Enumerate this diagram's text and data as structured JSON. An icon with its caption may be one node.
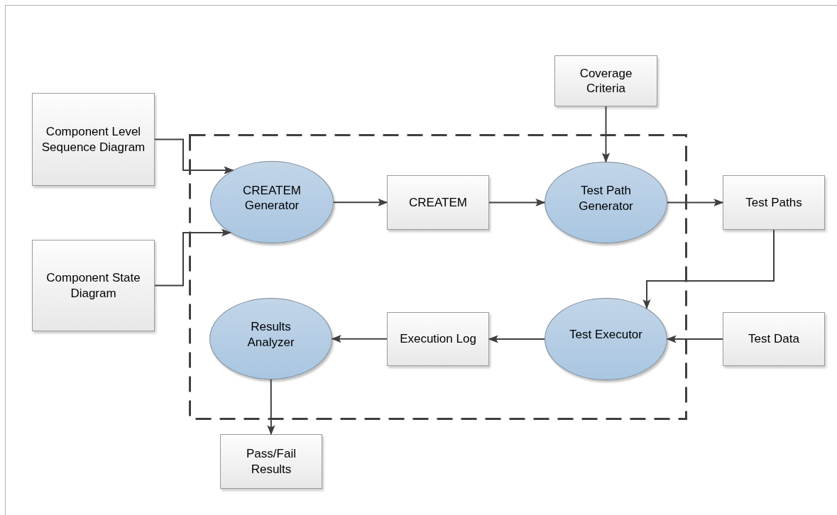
{
  "diagram": {
    "nodes": [
      {
        "text": [],
        "shape": "box"
      },
      {
        "text": [
          "Component Level Sequence Diagram"
        ]
      },
      {
        "text": [
          "Component State Diagram"
        ]
      },
      {
        "text": [
          "CREATEM Generator"
        ],
        "in": 0
      },
      {
        "text": [
          "CREATEM"
        ],
        "in": 0
      },
      {
        "text": [
          "Coverage Criteria"
        ]
      },
      {
        "text": [
          "Test Path Generator"
        ],
        "in": 0
      },
      {
        "text": [
          "Test Paths"
        ]
      },
      {
        "text": [
          "Test Executor"
        ],
        "in": 0
      },
      {
        "text": [
          "Test Data"
        ]
      },
      {
        "text": [
          "Execution Log"
        ],
        "in": 0
      },
      {
        "text": [
          "Results Analyzer"
        ],
        "in": 0
      },
      {
        "text": [
          "Pass/Fail Results"
        ]
      }
    ],
    "edges": [
      {
        "from": 1,
        "to": 3,
        "arrow": "to"
      },
      {
        "from": 2,
        "to": 3,
        "arrow": "to"
      },
      {
        "from": 3,
        "to": 4,
        "arrow": "to"
      },
      {
        "from": 4,
        "to": 6,
        "arrow": "to"
      },
      {
        "from": 5,
        "to": 6,
        "arrow": "to"
      },
      {
        "from": 6,
        "to": 7,
        "arrow": "to"
      },
      {
        "from": 7,
        "to": 8,
        "arrow": "to"
      },
      {
        "from": 9,
        "to": 8,
        "arrow": "to"
      },
      {
        "from": 8,
        "to": 10,
        "arrow": "to"
      },
      {
        "from": 10,
        "to": 11,
        "arrow": "to"
      },
      {
        "from": 11,
        "to": 12,
        "arrow": "to"
      }
    ]
  }
}
